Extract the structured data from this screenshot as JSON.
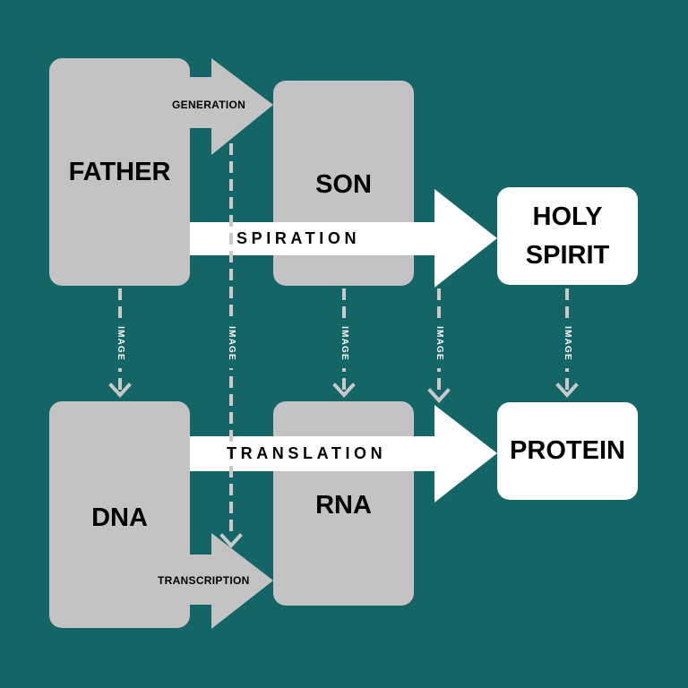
{
  "nodes": {
    "father": "FATHER",
    "son": "SON",
    "holy_spirit": "HOLY\nSPIRIT",
    "dna": "DNA",
    "rna": "RNA",
    "protein": "PROTEIN"
  },
  "edges": {
    "generation": "GENERATION",
    "spiration": "SPIRATION",
    "translation": "TRANSLATION",
    "transcription": "TRANSCRIPTION",
    "image": "IMAGE"
  },
  "colors": {
    "background": "#136566",
    "gray_box": "#c3c3c3",
    "white_box": "#ffffff",
    "dashed_arrow": "#c9c9c9"
  }
}
